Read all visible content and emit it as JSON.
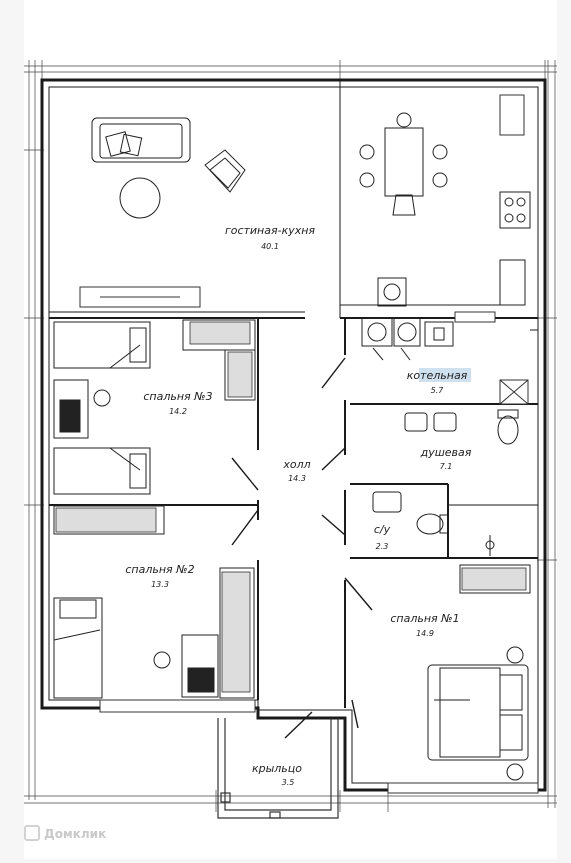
{
  "rooms": {
    "living_kitchen": {
      "name": "гостиная-кухня",
      "area": "40.1"
    },
    "boiler": {
      "name": "котельная",
      "area": "5.7"
    },
    "shower": {
      "name": "душевая",
      "area": "7.1"
    },
    "wc": {
      "name": "с/у",
      "area": "2.3"
    },
    "hall": {
      "name": "холл",
      "area": "14.3"
    },
    "bedroom3": {
      "name": "спальня №3",
      "area": "14.2"
    },
    "bedroom2": {
      "name": "спальня №2",
      "area": "13.3"
    },
    "bedroom1": {
      "name": "спальня №1",
      "area": "14.9"
    },
    "porch": {
      "name": "крыльцо",
      "area": "3.5"
    }
  },
  "watermark": {
    "text": "Домклик"
  },
  "colors": {
    "wall": "#1a1a1a",
    "line": "#333333",
    "accent": "#2a6fb0",
    "background": "#f6f6f6",
    "paper": "#ffffff"
  }
}
